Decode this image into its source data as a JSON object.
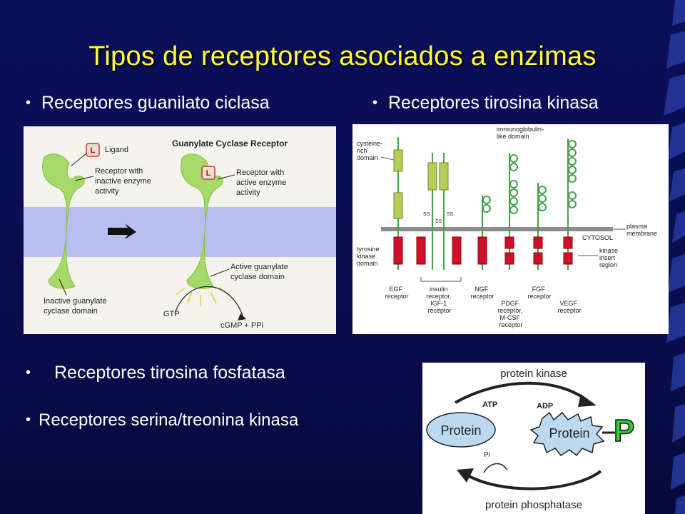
{
  "title": "Tipos de receptores asociados a enzimas",
  "bullets": {
    "guanilato": "Receptores guanilato ciclasa",
    "tirosina_kinasa": "Receptores tirosina kinasa",
    "tirosina_fosfatasa": "Receptores tirosina fosfatasa",
    "serina": "Receptores serina/treonina kinasa"
  },
  "guanylate_figure": {
    "title": "Guanylate Cyclase Receptor",
    "ligand_badge": "L",
    "ligand": "Ligand",
    "inactive_receptor": [
      "Receptor with",
      "inactive enzyme",
      "activity"
    ],
    "active_receptor": [
      "Receptor with",
      "active enzyme",
      "activity"
    ],
    "active_domain": [
      "Active guanylate",
      "cyclase domain"
    ],
    "inactive_domain": [
      "Inactive guanylate",
      "cyclase domain"
    ],
    "gtp": "GTP",
    "products": "cGMP + PPi"
  },
  "rtk_figure": {
    "cysteine": [
      "cysteine-",
      "rich",
      "domain"
    ],
    "immunoglobulin": [
      "immunoglobulin-",
      "like domain"
    ],
    "plasma": [
      "plasma",
      "membrane"
    ],
    "cytosol": "CYTOSOL",
    "tyrosine": [
      "tyrosine",
      "kinase",
      "domain"
    ],
    "kinase_insert": [
      "kinase",
      "insert",
      "region"
    ],
    "ss": "SS",
    "egf": [
      "EGF",
      "receptor"
    ],
    "insulin": [
      "insulin",
      "receptor,",
      "IGF-1",
      "receptor"
    ],
    "ngf": [
      "NGF",
      "receptor"
    ],
    "pdgf": [
      "PDGF",
      "receptor,",
      "M-CSF",
      "receptor"
    ],
    "fgf": [
      "FGF",
      "receptor"
    ],
    "vegf": [
      "VEGF",
      "receptor"
    ]
  },
  "kinase_figure": {
    "top": "protein kinase",
    "bottom": "protein phosphatase",
    "atp": "ATP",
    "adp": "ADP",
    "pi": "Pi",
    "protein_left": "Protein",
    "protein_right": "Protein",
    "phosphate": "P"
  },
  "colors": {
    "background": "#0b0f5a",
    "title": "#ffff33",
    "membrane": "#b8bff0",
    "receptor_green": "#a6d86a",
    "kinase_red": "#d0102a",
    "protein_fill": "#bcd9ef"
  }
}
